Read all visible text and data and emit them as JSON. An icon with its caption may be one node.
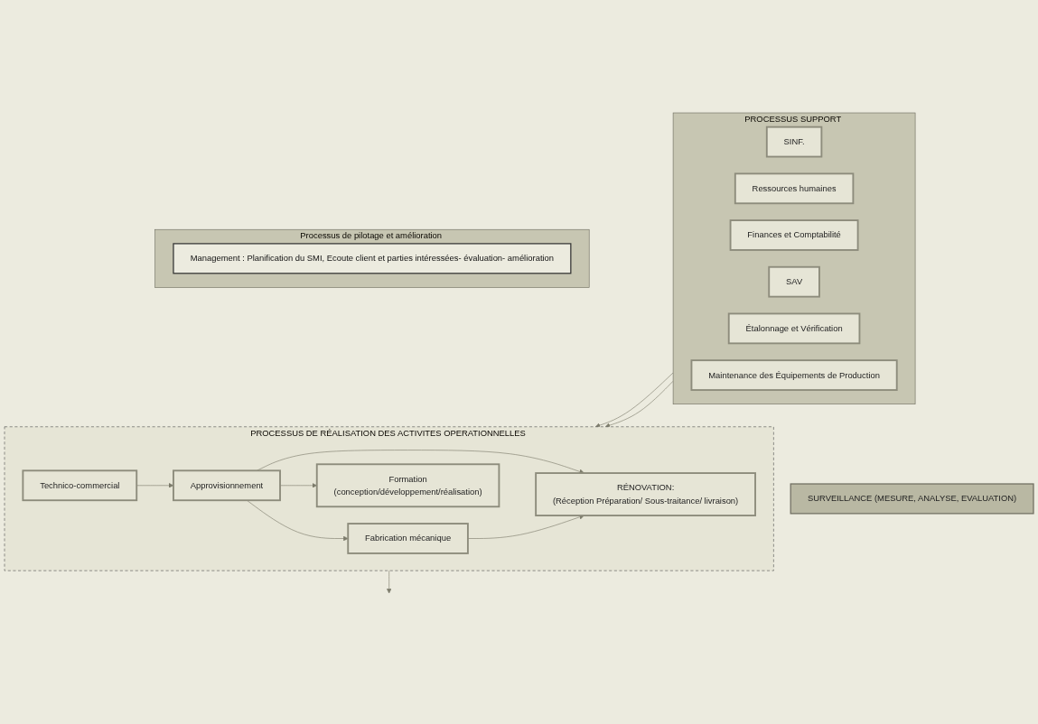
{
  "diagram": {
    "nodes": [
      {
        "text": [
          "Processus de pilotage et amélioration"
        ]
      },
      {
        "text": [
          "Management : Planification du SMI, Ecoute client et parties intéressées- évaluation- amélioration"
        ],
        "in": 0
      },
      {
        "text": [
          "PROCESSUS DE RÉALISATION DES ACTIVITES OPERATIONNELLES"
        ]
      },
      {
        "text": [
          "Technico-commercial"
        ],
        "in": 2
      },
      {
        "text": [
          "Approvisionnement"
        ],
        "in": 2
      },
      {
        "text": [
          "RÉNOVATION:",
          "(Réception Préparation/ Sous-traitance/ livraison)"
        ],
        "in": 2
      },
      {
        "text": [
          "Fabrication mécanique"
        ],
        "in": 2
      },
      {
        "text": [
          "Formation",
          "(conception/développement/réalisation)"
        ],
        "in": 2
      },
      {
        "text": [
          "PROCESSUS SUPPORT"
        ]
      },
      {
        "text": [
          "SINF."
        ],
        "in": 8
      },
      {
        "text": [
          "Ressources humaines"
        ],
        "in": 8
      },
      {
        "text": [
          "Finances et Comptabilité"
        ],
        "in": 8
      },
      {
        "text": [
          "SAV"
        ],
        "in": 8
      },
      {
        "text": [
          "Étalonnage et Vérification"
        ],
        "in": 8
      },
      {
        "text": [
          "Maintenance des Équipements de Production"
        ],
        "in": 8
      },
      {
        "text": [
          "SURVEILLANCE (MESURE, ANALYSE, EVALUATION)"
        ]
      }
    ],
    "edges": [
      {
        "from": 3,
        "to": 4,
        "arrow": "to"
      },
      {
        "from": 4,
        "to": 5,
        "arrow": "to"
      },
      {
        "from": 4,
        "to": 6,
        "arrow": "to"
      },
      {
        "from": 4,
        "to": 7,
        "arrow": "to"
      },
      {
        "from": 6,
        "to": 5,
        "arrow": "to"
      },
      {
        "from": 8,
        "to": 2,
        "arrow": "to"
      },
      {
        "from": 8,
        "to": 2,
        "arrow": "to"
      },
      {
        "from": 2,
        "to": null,
        "arrow": "to"
      }
    ]
  }
}
